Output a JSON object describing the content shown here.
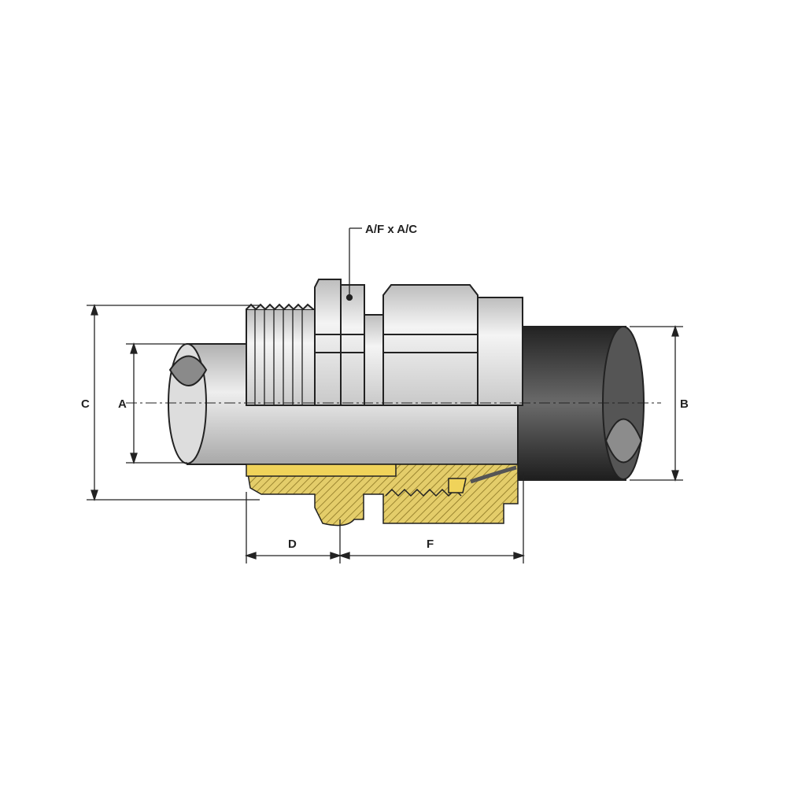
{
  "diagram": {
    "title": "Cable gland dimension drawing",
    "labels": {
      "af_ac": "A/F x A/C",
      "c": "C",
      "a": "A",
      "b": "B",
      "d": "D",
      "f": "F"
    },
    "colors": {
      "metal": "#d8d8d8",
      "cable_inner": "#c8c8c8",
      "cable_sheath": "#3a3a3a",
      "brass": "#e0c860",
      "brass_hatch": "#8a7422",
      "line": "#222222"
    }
  }
}
